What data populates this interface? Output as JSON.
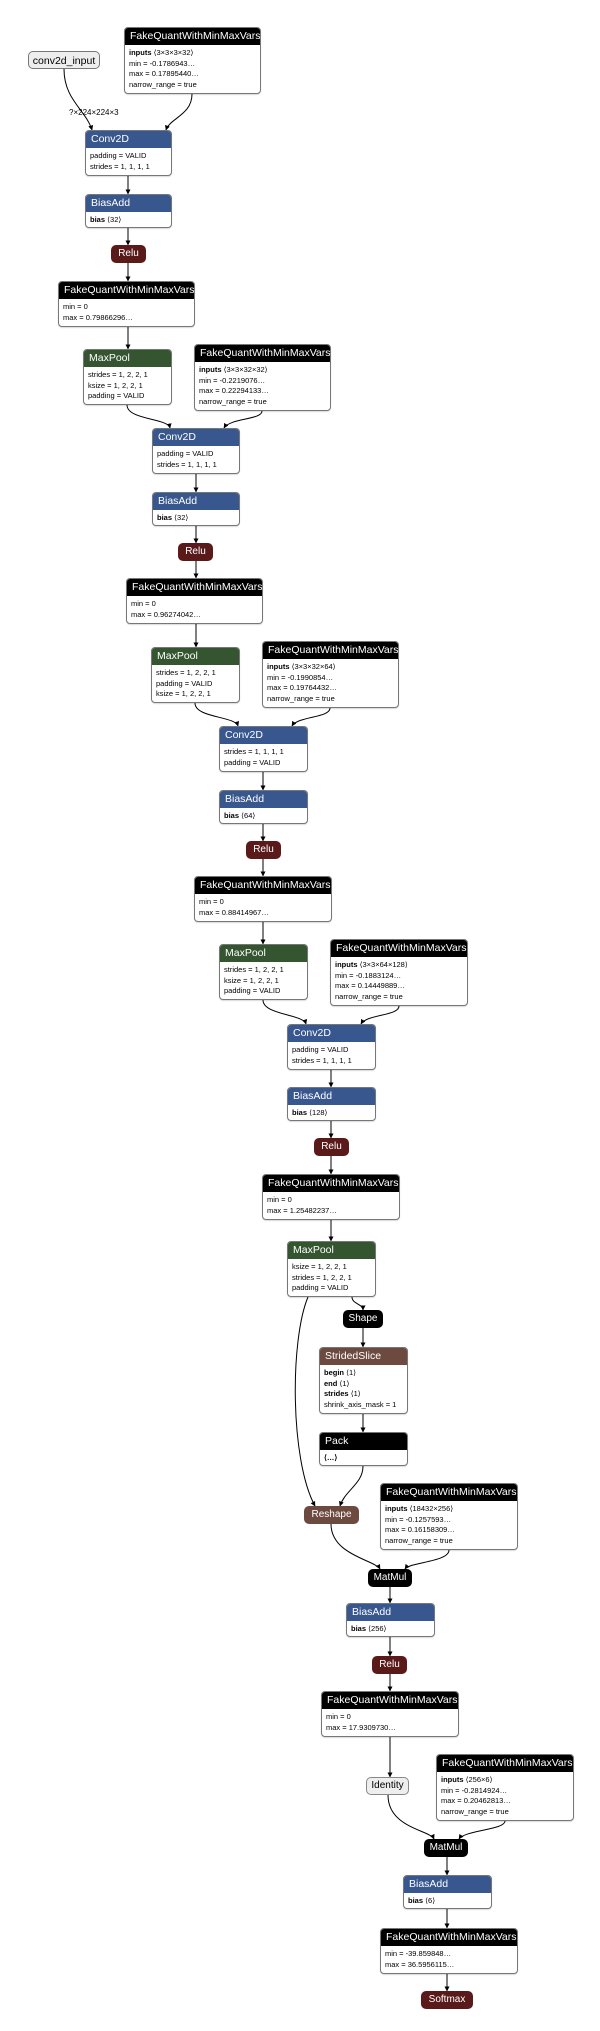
{
  "graph": {
    "input": {
      "label": "conv2d_input",
      "edge_label": "?×224×224×3"
    },
    "nodes": [
      {
        "id": "fq_w1",
        "op": "FakeQuantWithMinMaxVars",
        "rows": [
          {
            "k": "inputs",
            "v": "⟨3×3×3×32⟩"
          },
          {
            "t": "min = -0.1786943…"
          },
          {
            "t": "max = 0.17895440…"
          },
          {
            "t": "narrow_range = true"
          }
        ]
      },
      {
        "id": "conv1",
        "op": "Conv2D",
        "rows": [
          {
            "t": "padding = VALID"
          },
          {
            "t": "strides = 1, 1, 1, 1"
          }
        ]
      },
      {
        "id": "bias1",
        "op": "BiasAdd",
        "rows": [
          {
            "k": "bias",
            "v": "⟨32⟩"
          }
        ]
      },
      {
        "id": "relu1",
        "op": "Relu"
      },
      {
        "id": "fq_a1",
        "op": "FakeQuantWithMinMaxVars",
        "rows": [
          {
            "t": "min = 0"
          },
          {
            "t": "max = 0.79866296…"
          }
        ]
      },
      {
        "id": "pool1",
        "op": "MaxPool",
        "rows": [
          {
            "t": "strides = 1, 2, 2, 1"
          },
          {
            "t": "ksize = 1, 2, 2, 1"
          },
          {
            "t": "padding = VALID"
          }
        ]
      },
      {
        "id": "fq_w2",
        "op": "FakeQuantWithMinMaxVars",
        "rows": [
          {
            "k": "inputs",
            "v": "⟨3×3×32×32⟩"
          },
          {
            "t": "min = -0.2219076…"
          },
          {
            "t": "max = 0.22294133…"
          },
          {
            "t": "narrow_range = true"
          }
        ]
      },
      {
        "id": "conv2",
        "op": "Conv2D",
        "rows": [
          {
            "t": "padding = VALID"
          },
          {
            "t": "strides = 1, 1, 1, 1"
          }
        ]
      },
      {
        "id": "bias2",
        "op": "BiasAdd",
        "rows": [
          {
            "k": "bias",
            "v": "⟨32⟩"
          }
        ]
      },
      {
        "id": "relu2",
        "op": "Relu"
      },
      {
        "id": "fq_a2",
        "op": "FakeQuantWithMinMaxVars",
        "rows": [
          {
            "t": "min = 0"
          },
          {
            "t": "max = 0.96274042…"
          }
        ]
      },
      {
        "id": "pool2",
        "op": "MaxPool",
        "rows": [
          {
            "t": "strides = 1, 2, 2, 1"
          },
          {
            "t": "padding = VALID"
          },
          {
            "t": "ksize = 1, 2, 2, 1"
          }
        ]
      },
      {
        "id": "fq_w3",
        "op": "FakeQuantWithMinMaxVars",
        "rows": [
          {
            "k": "inputs",
            "v": "⟨3×3×32×64⟩"
          },
          {
            "t": "min = -0.1990854…"
          },
          {
            "t": "max = 0.19764432…"
          },
          {
            "t": "narrow_range = true"
          }
        ]
      },
      {
        "id": "conv3",
        "op": "Conv2D",
        "rows": [
          {
            "t": "strides = 1, 1, 1, 1"
          },
          {
            "t": "padding = VALID"
          }
        ]
      },
      {
        "id": "bias3",
        "op": "BiasAdd",
        "rows": [
          {
            "k": "bias",
            "v": "⟨64⟩"
          }
        ]
      },
      {
        "id": "relu3",
        "op": "Relu"
      },
      {
        "id": "fq_a3",
        "op": "FakeQuantWithMinMaxVars",
        "rows": [
          {
            "t": "min = 0"
          },
          {
            "t": "max = 0.88414967…"
          }
        ]
      },
      {
        "id": "pool3",
        "op": "MaxPool",
        "rows": [
          {
            "t": "strides = 1, 2, 2, 1"
          },
          {
            "t": "ksize = 1, 2, 2, 1"
          },
          {
            "t": "padding = VALID"
          }
        ]
      },
      {
        "id": "fq_w4",
        "op": "FakeQuantWithMinMaxVars",
        "rows": [
          {
            "k": "inputs",
            "v": "⟨3×3×64×128⟩"
          },
          {
            "t": "min = -0.1883124…"
          },
          {
            "t": "max = 0.14449889…"
          },
          {
            "t": "narrow_range = true"
          }
        ]
      },
      {
        "id": "conv4",
        "op": "Conv2D",
        "rows": [
          {
            "t": "padding = VALID"
          },
          {
            "t": "strides = 1, 1, 1, 1"
          }
        ]
      },
      {
        "id": "bias4",
        "op": "BiasAdd",
        "rows": [
          {
            "k": "bias",
            "v": "⟨128⟩"
          }
        ]
      },
      {
        "id": "relu4",
        "op": "Relu"
      },
      {
        "id": "fq_a4",
        "op": "FakeQuantWithMinMaxVars",
        "rows": [
          {
            "t": "min = 0"
          },
          {
            "t": "max = 1.25482237…"
          }
        ]
      },
      {
        "id": "pool4",
        "op": "MaxPool",
        "rows": [
          {
            "t": "ksize = 1, 2, 2, 1"
          },
          {
            "t": "strides = 1, 2, 2, 1"
          },
          {
            "t": "padding = VALID"
          }
        ]
      },
      {
        "id": "shape",
        "op": "Shape"
      },
      {
        "id": "slice",
        "op": "StridedSlice",
        "rows": [
          {
            "k": "begin",
            "v": "⟨1⟩"
          },
          {
            "k": "end",
            "v": "⟨1⟩"
          },
          {
            "k": "strides",
            "v": "⟨1⟩"
          },
          {
            "t": "shrink_axis_mask = 1"
          }
        ]
      },
      {
        "id": "pack",
        "op": "Pack",
        "rows": [
          {
            "k": "⟨…⟩",
            "v": ""
          }
        ]
      },
      {
        "id": "reshape",
        "op": "Reshape"
      },
      {
        "id": "fq_w5",
        "op": "FakeQuantWithMinMaxVars",
        "rows": [
          {
            "k": "inputs",
            "v": "⟨18432×256⟩"
          },
          {
            "t": "min = -0.1257593…"
          },
          {
            "t": "max = 0.16158309…"
          },
          {
            "t": "narrow_range = true"
          }
        ]
      },
      {
        "id": "matmul1",
        "op": "MatMul"
      },
      {
        "id": "bias5",
        "op": "BiasAdd",
        "rows": [
          {
            "k": "bias",
            "v": "⟨256⟩"
          }
        ]
      },
      {
        "id": "relu5",
        "op": "Relu"
      },
      {
        "id": "fq_a5",
        "op": "FakeQuantWithMinMaxVars",
        "rows": [
          {
            "t": "min = 0"
          },
          {
            "t": "max = 17.9309730…"
          }
        ]
      },
      {
        "id": "identity",
        "op": "Identity"
      },
      {
        "id": "fq_w6",
        "op": "FakeQuantWithMinMaxVars",
        "rows": [
          {
            "k": "inputs",
            "v": "⟨256×6⟩"
          },
          {
            "t": "min = -0.2814924…"
          },
          {
            "t": "max = 0.20462813…"
          },
          {
            "t": "narrow_range = true"
          }
        ]
      },
      {
        "id": "matmul2",
        "op": "MatMul"
      },
      {
        "id": "bias6",
        "op": "BiasAdd",
        "rows": [
          {
            "k": "bias",
            "v": "⟨6⟩"
          }
        ]
      },
      {
        "id": "fq_a6",
        "op": "FakeQuantWithMinMaxVars",
        "rows": [
          {
            "t": "min = -39.859848…"
          },
          {
            "t": "max = 36.5956115…"
          }
        ]
      },
      {
        "id": "softmax",
        "op": "Softmax"
      }
    ],
    "colors": {
      "fakequant": "#000000",
      "conv": "#39578f",
      "pool": "#345530",
      "relu": "#5a1a1a",
      "shape_ops": "#6d4a40",
      "input": "#eeeeee",
      "edge": "#000000"
    }
  }
}
